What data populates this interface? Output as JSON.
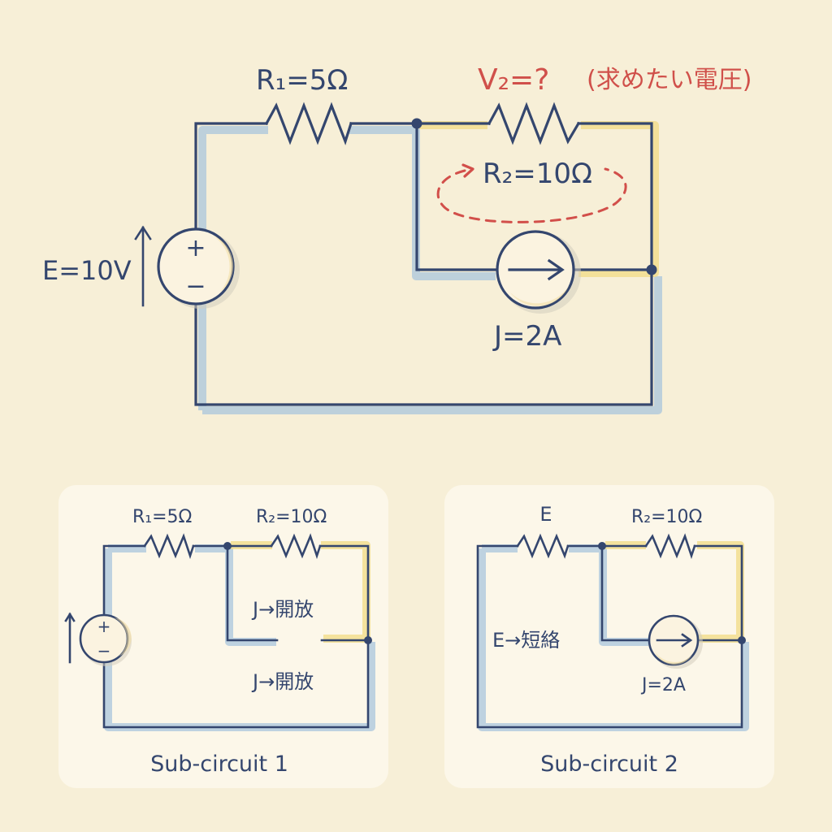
{
  "main_circuit": {
    "r1_label": "R₁=5Ω",
    "r2_label": "R₂=10Ω",
    "target_label": "V₂=?",
    "target_note": "(求めたい電圧)",
    "source_e_label": "E=10V",
    "source_j_label": "J=2A",
    "e_plus": "+",
    "e_minus": "−"
  },
  "sub_circuits": [
    {
      "title": "Sub-circuit 1",
      "r1_label": "R₁=5Ω",
      "r2_label": "R₂=10Ω",
      "note_upper": "J→開放",
      "note_lower": "J→開放",
      "e_plus": "+",
      "e_minus": "−"
    },
    {
      "title": "Sub-circuit 2",
      "left_label": "E",
      "r2_label": "R₂=10Ω",
      "note": "E→短絡",
      "source_j_label": "J=2A"
    }
  ],
  "colors": {
    "background": "#f7efd7",
    "card": "#fcf7e9",
    "wire": "#34466e",
    "highlight_blue": "#a9c6dc",
    "highlight_yellow": "#f1dc8a",
    "accent_red": "#d0504a"
  }
}
